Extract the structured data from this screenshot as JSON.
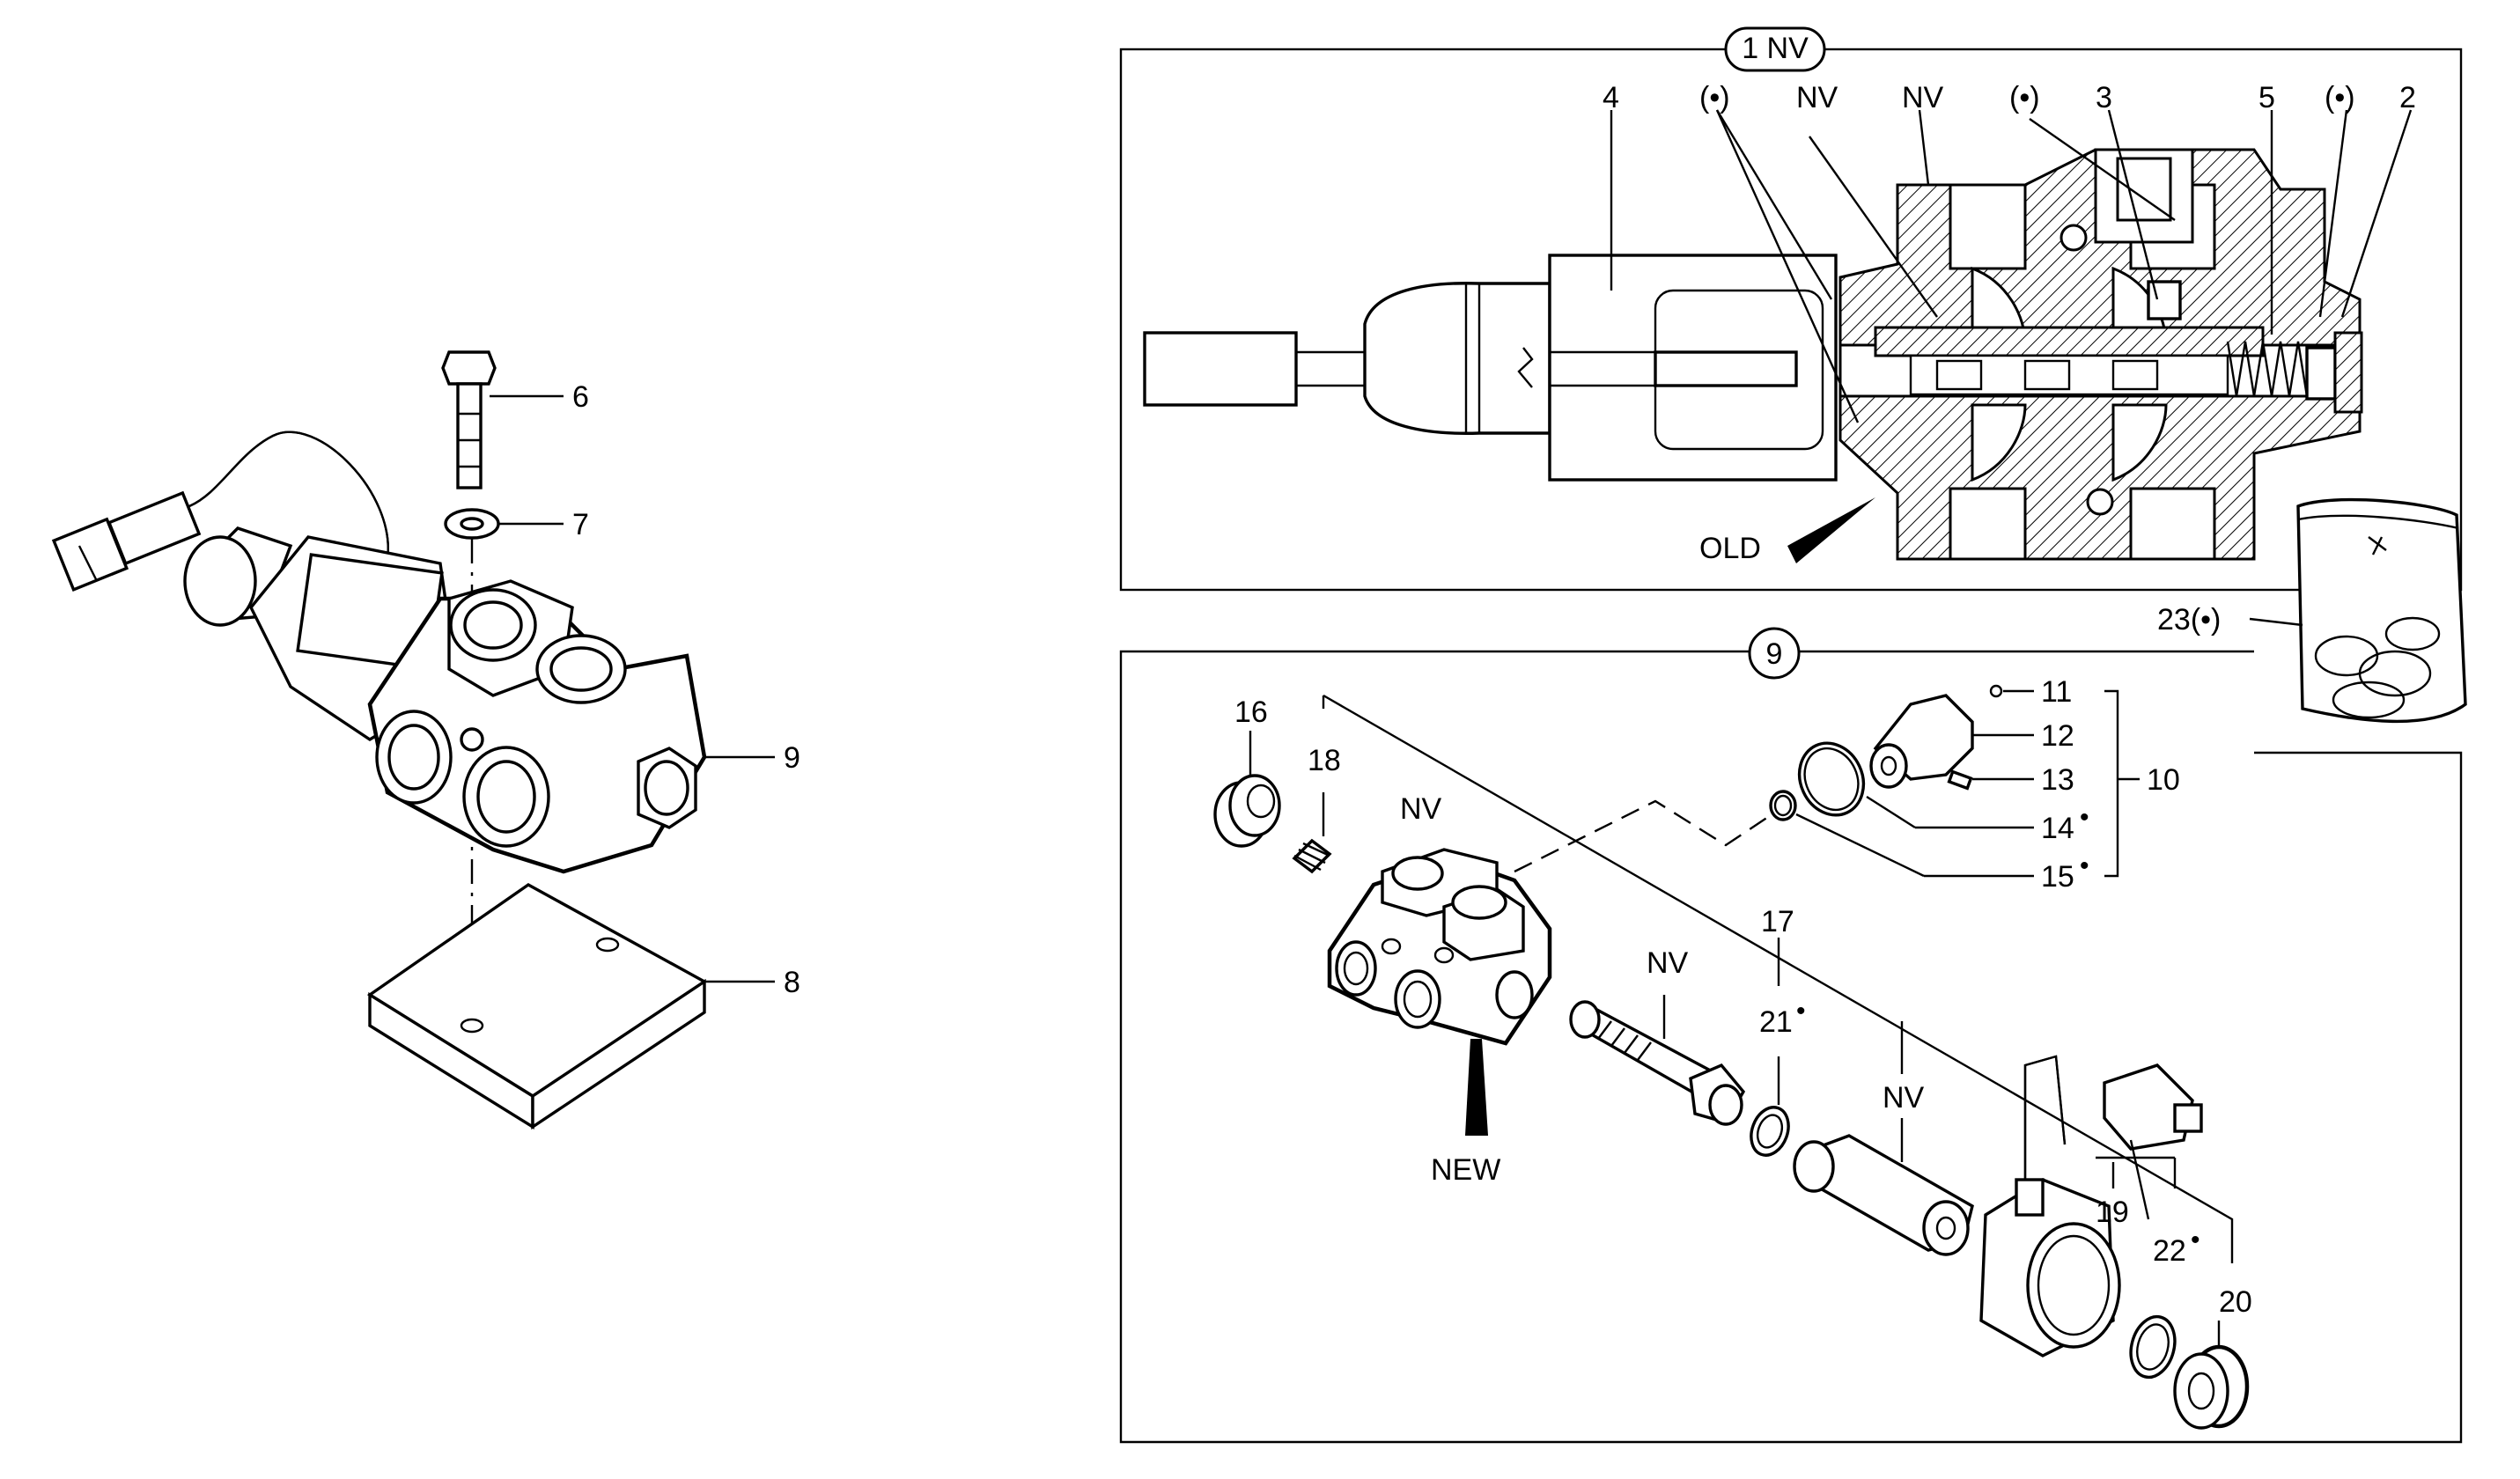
{
  "callouts": {
    "c2": "2",
    "c3": "3",
    "c4": "4",
    "c5": "5",
    "c6": "6",
    "c7": "7",
    "c8": "8",
    "c9": "9",
    "c10": "10",
    "c11": "11",
    "c12": "12",
    "c13": "13",
    "c14": "14",
    "c15": "15",
    "c16": "16",
    "c17": "17",
    "c18": "18",
    "c19": "19",
    "c20": "20",
    "c21": "21",
    "c22": "22",
    "c23": "23(•)"
  },
  "markers": {
    "dot": "•",
    "paren_dot": "(•)",
    "nv": "NV"
  },
  "frames": {
    "top_title": "1 NV",
    "bottom_title": "9"
  },
  "labels": {
    "old": "OLD",
    "new": "NEW"
  }
}
